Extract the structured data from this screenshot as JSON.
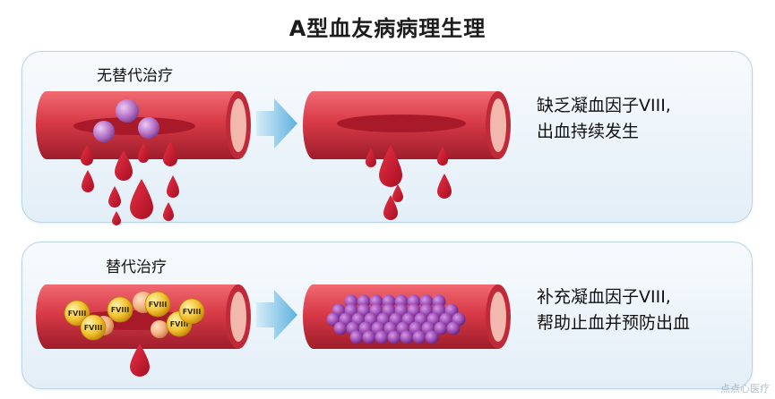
{
  "title": "A型血友病病理生理",
  "panels": {
    "no_replacement": {
      "label": "无替代治疗",
      "description": [
        "缺乏凝血因子VIII,",
        "出血持续发生"
      ]
    },
    "replacement": {
      "label": "替代治疗",
      "description": [
        "补充凝血因子VIII,",
        "帮助止血并预防出血"
      ],
      "factor_label": "FVIII"
    }
  },
  "watermark": "点点心医疗",
  "colors": {
    "vessel": "#d9414e",
    "vessel_inner": "#f3b6ad",
    "blood": "#c8102e",
    "platelet": "#b774c8",
    "factor": "#f2c230",
    "arrow": "#7ec3e6"
  },
  "icons": [
    "blood-vessel-icon",
    "platelet-icon",
    "blood-drop-icon",
    "arrow-right-icon",
    "fviii-factor-icon",
    "clot-icon"
  ]
}
